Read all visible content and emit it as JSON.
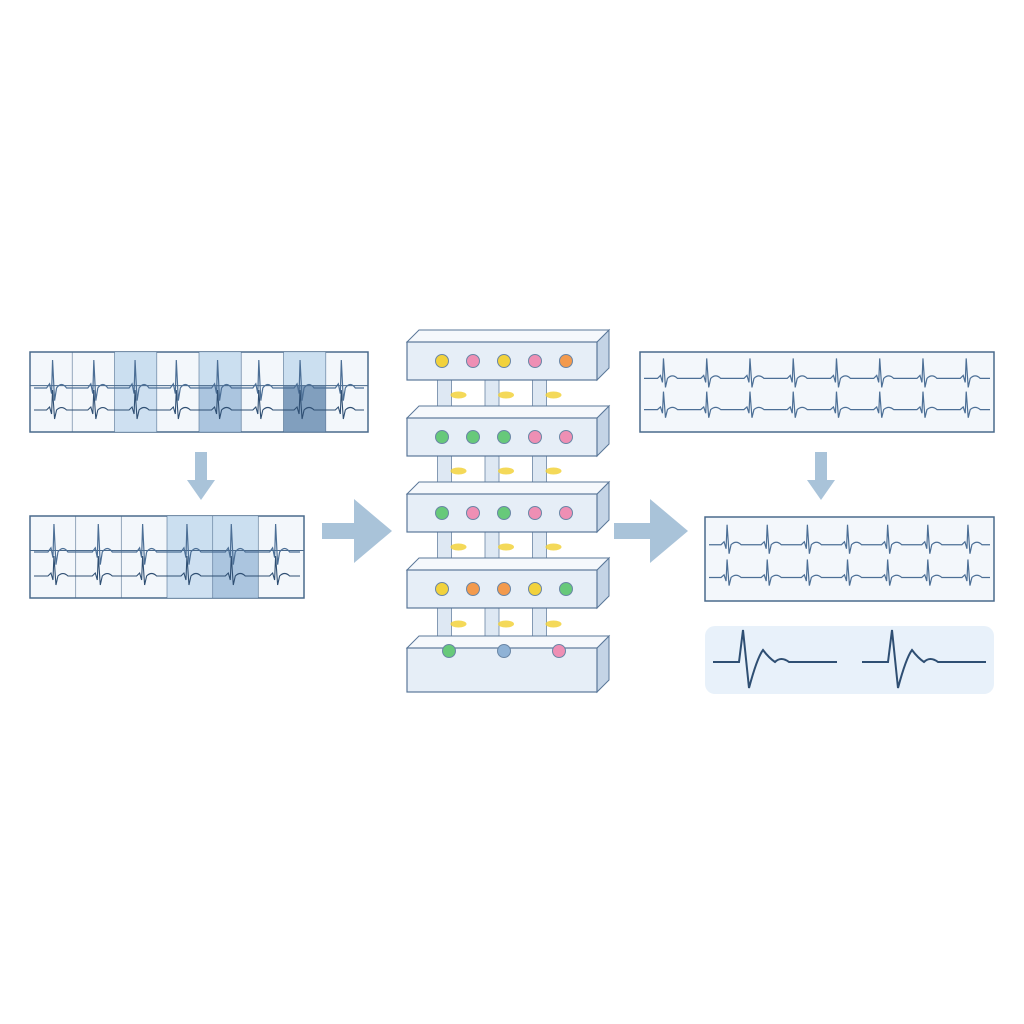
{
  "colors": {
    "background": "#ffffff",
    "panel_fill": "#f3f7fb",
    "panel_border": "#4a6a8c",
    "trace": "#4c6f96",
    "trace_dark": "#2f4f73",
    "segment_light": "#c7dcee",
    "segment_mid": "#9dbcd9",
    "segment_dark": "#6c8fb3",
    "arrow": "#a9c3d9",
    "block_top": "#f5f8fc",
    "block_front": "#e6eef7",
    "block_side": "#c4d4e6",
    "block_edge": "#5a7799",
    "highlight_panel": "#e8f1fa"
  },
  "diagram": {
    "input_panels": [
      {
        "name": "input-ecg-segmented-top",
        "highlighted_segments": [
          2,
          4,
          6
        ]
      },
      {
        "name": "input-ecg-segmented-bottom",
        "highlighted_segments": [
          3,
          4
        ]
      }
    ],
    "network_layers": [
      {
        "nodes": [
          "yellow",
          "pink",
          "yellow",
          "pink",
          "orange"
        ]
      },
      {
        "nodes": [
          "green",
          "green",
          "green",
          "pink",
          "pink"
        ]
      },
      {
        "nodes": [
          "green",
          "pink",
          "green",
          "pink",
          "pink"
        ]
      },
      {
        "nodes": [
          "yellow",
          "orange",
          "orange",
          "yellow",
          "green"
        ]
      },
      {
        "nodes": [
          "green",
          "blue",
          "pink"
        ]
      }
    ],
    "node_colors": {
      "yellow": "#f2d23c",
      "pink": "#ee8fb4",
      "orange": "#f39a4d",
      "green": "#67c97a",
      "blue": "#8fb2d6"
    },
    "output_panels": [
      {
        "name": "output-ecg-clean-top"
      },
      {
        "name": "output-ecg-clean-bottom"
      }
    ],
    "heartbeat_templates": 2
  }
}
